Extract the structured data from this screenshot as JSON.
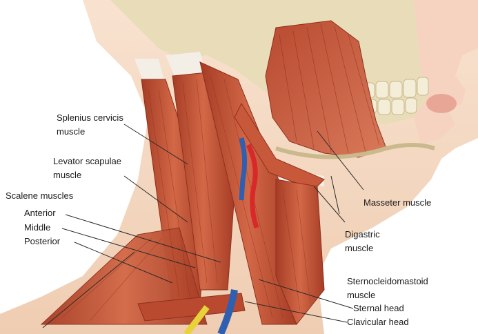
{
  "labels": {
    "splenius": [
      "Splenius cervicis",
      "muscle"
    ],
    "levator": [
      "Levator scapulae",
      "muscle"
    ],
    "scalene": "Scalene muscles",
    "anterior": "Anterior",
    "middle": "Middle",
    "posterior": "Posterior",
    "masseter": "Masseter muscle",
    "digastric": [
      "Digastric",
      "muscle"
    ],
    "scm": [
      "Sternocleidomastoid",
      "muscle"
    ],
    "sternal": "Sternal head",
    "clavicular": "Clavicular head"
  },
  "colors": {
    "background": "#ffffff",
    "skin": "#f6dcc6",
    "bone": "#e9dcb9",
    "muscle": "#c85a3c",
    "muscle_dark": "#9c3a26",
    "tendon": "#f3eee6",
    "artery": "#d8282a",
    "vein": "#2f5fb0",
    "nerve": "#e8d23a",
    "leader": "#2a2a2a"
  }
}
